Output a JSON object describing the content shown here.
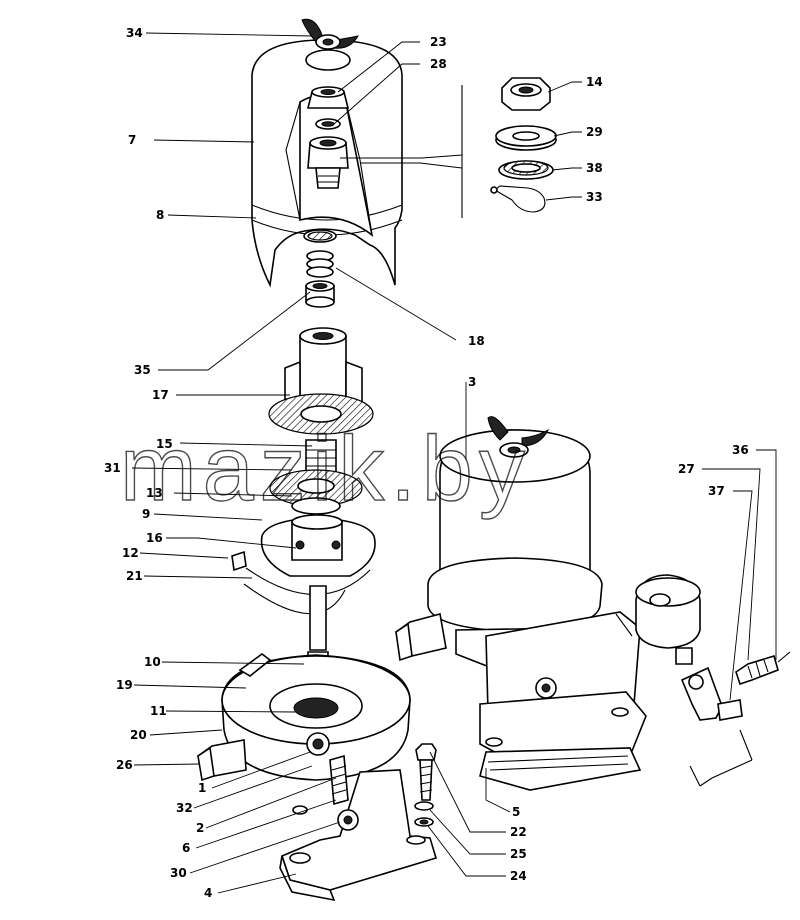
{
  "watermark": "mazik.by",
  "callouts": [
    {
      "id": "34",
      "text": "34"
    },
    {
      "id": "23",
      "text": "23"
    },
    {
      "id": "28",
      "text": "28"
    },
    {
      "id": "7",
      "text": "7"
    },
    {
      "id": "8",
      "text": "8"
    },
    {
      "id": "14",
      "text": "14"
    },
    {
      "id": "29",
      "text": "29"
    },
    {
      "id": "38",
      "text": "38"
    },
    {
      "id": "33",
      "text": "33"
    },
    {
      "id": "18",
      "text": "18"
    },
    {
      "id": "35",
      "text": "35"
    },
    {
      "id": "17",
      "text": "17"
    },
    {
      "id": "3",
      "text": "3"
    },
    {
      "id": "15",
      "text": "15"
    },
    {
      "id": "31",
      "text": "31"
    },
    {
      "id": "13",
      "text": "13"
    },
    {
      "id": "9",
      "text": "9"
    },
    {
      "id": "16",
      "text": "16"
    },
    {
      "id": "12",
      "text": "12"
    },
    {
      "id": "21",
      "text": "21"
    },
    {
      "id": "36",
      "text": "36"
    },
    {
      "id": "27",
      "text": "27"
    },
    {
      "id": "37",
      "text": "37"
    },
    {
      "id": "10",
      "text": "10"
    },
    {
      "id": "19",
      "text": "19"
    },
    {
      "id": "11",
      "text": "11"
    },
    {
      "id": "20",
      "text": "20"
    },
    {
      "id": "26",
      "text": "26"
    },
    {
      "id": "1",
      "text": "1"
    },
    {
      "id": "32",
      "text": "32"
    },
    {
      "id": "2",
      "text": "2"
    },
    {
      "id": "6",
      "text": "6"
    },
    {
      "id": "30",
      "text": "30"
    },
    {
      "id": "4",
      "text": "4"
    },
    {
      "id": "5",
      "text": "5"
    },
    {
      "id": "22",
      "text": "22"
    },
    {
      "id": "25",
      "text": "25"
    },
    {
      "id": "24",
      "text": "24"
    }
  ]
}
